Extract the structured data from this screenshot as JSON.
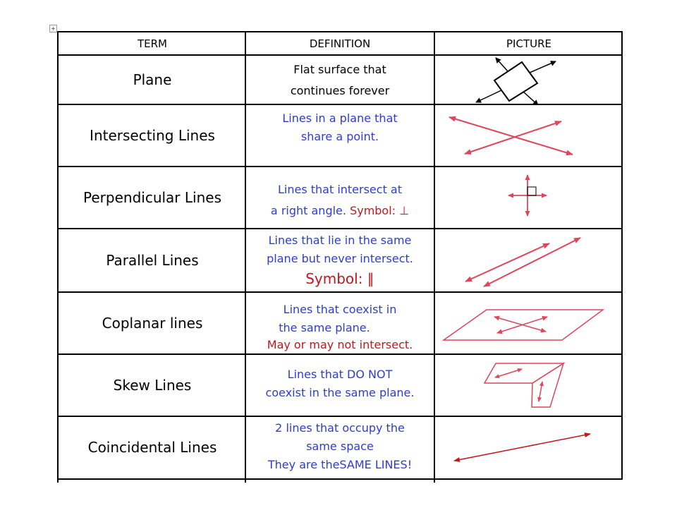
{
  "header": {
    "term": "TERM",
    "definition": "DEFINITION",
    "picture": "PICTURE"
  },
  "rows": [
    {
      "term": "Plane",
      "def_line1": "Flat surface that",
      "def_line2": "continues forever",
      "picture_icon": "plane-with-arrows-icon"
    },
    {
      "term": "Intersecting Lines",
      "def_line1": "Lines in a plane that",
      "def_line2": "share a point.",
      "picture_icon": "intersecting-lines-icon"
    },
    {
      "term": "Perpendicular Lines",
      "def_line1": "Lines that intersect at",
      "def_line2": "a right angle.",
      "def_symbol": "Symbol: ⊥",
      "picture_icon": "perpendicular-lines-icon"
    },
    {
      "term": "Parallel Lines",
      "def_line1": "Lines that lie in the same",
      "def_line2": "plane but never intersect.",
      "def_symbol": "Symbol: ∥",
      "picture_icon": "parallel-lines-icon"
    },
    {
      "term": "Coplanar lines",
      "def_line1": "Lines that coexist in",
      "def_line2": "the same plane.",
      "def_line3": "May or may not intersect.",
      "picture_icon": "coplanar-lines-icon"
    },
    {
      "term": "Skew Lines",
      "def_line1": "Lines that DO NOT",
      "def_line2": "coexist in the same plane.",
      "picture_icon": "skew-lines-icon"
    },
    {
      "term": "Coincidental Lines",
      "def_line1": "2 lines that occupy the",
      "def_line2": "same space",
      "def_line3": "They are theSAME LINES!",
      "picture_icon": "coincidental-lines-icon"
    }
  ],
  "colors": {
    "blue_text": "#2c3cd8",
    "red_text": "#c4161c",
    "red_lines": "#e0455a",
    "dark_red_line": "#c4161c"
  }
}
